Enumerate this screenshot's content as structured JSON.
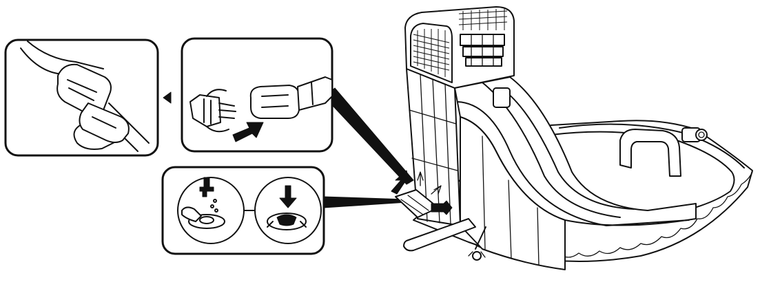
{
  "diagram": {
    "panels": [
      {
        "id": "buckle-fastened",
        "icon": "buckle-fastened-icon"
      },
      {
        "id": "buckle-connect",
        "icon": "buckle-connect-icon"
      },
      {
        "id": "valve-sequence",
        "icon": "valve-close-icon"
      }
    ],
    "main_object": "inflatable-water-slide",
    "colors": {
      "ink": "#111111",
      "paper": "#ffffff"
    }
  }
}
